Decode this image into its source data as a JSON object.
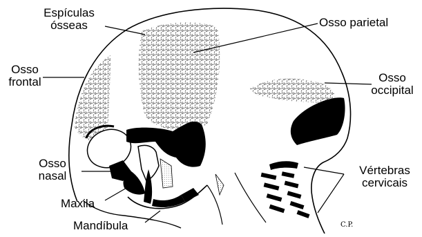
{
  "labels": {
    "espiculas_line1": "Espículas",
    "espiculas_line2": "ósseas",
    "parietal": "Osso parietal",
    "frontal_line1": "Osso",
    "frontal_line2": "frontal",
    "occipital_line1": "Osso",
    "occipital_line2": "occipital",
    "nasal_line1": "Osso",
    "nasal_line2": "nasal",
    "maxila": "Maxila",
    "mandibula": "Mandíbula",
    "vertebras_line1": "Vértebras",
    "vertebras_line2": "cervicais"
  },
  "signature": "C.P.",
  "colors": {
    "ink": "#000000",
    "ossification": "#8a8a8a",
    "background": "#ffffff"
  }
}
